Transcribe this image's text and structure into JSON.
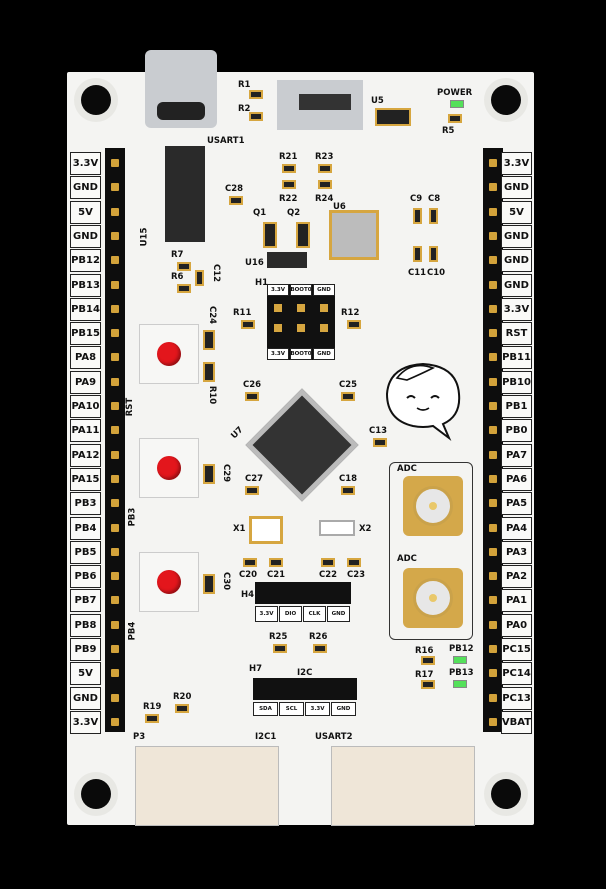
{
  "left_header_labels": [
    "3.3V",
    "GND",
    "5V",
    "GND",
    "PB12",
    "PB13",
    "PB14",
    "PB15",
    "PA8",
    "PA9",
    "PA10",
    "PA11",
    "PA12",
    "PA15",
    "PB3",
    "PB4",
    "PB5",
    "PB6",
    "PB7",
    "PB8",
    "PB9",
    "5V",
    "GND",
    "3.3V"
  ],
  "right_header_labels": [
    "3.3V",
    "GND",
    "5V",
    "GND",
    "GND",
    "GND",
    "3.3V",
    "RST",
    "PB11",
    "PB10",
    "PB1",
    "PB0",
    "PA7",
    "PA6",
    "PA5",
    "PA4",
    "PA3",
    "PA2",
    "PA1",
    "PA0",
    "PC15",
    "PC14",
    "PC13",
    "VBAT"
  ],
  "silkscreen": {
    "usart1": "USART1",
    "u15": "U15",
    "r1": "R1",
    "r2": "R2",
    "u5": "U5",
    "power": "POWER",
    "r5": "R5",
    "r21": "R21",
    "r23": "R23",
    "r22": "R22",
    "r24": "R24",
    "c28": "C28",
    "q1": "Q1",
    "q2": "Q2",
    "u6": "U6",
    "c9": "C9",
    "c8": "C8",
    "u16": "U16",
    "c11": "C11",
    "c10": "C10",
    "r7": "R7",
    "r6": "R6",
    "c12": "C12",
    "h1": "H1",
    "r11": "R11",
    "r12": "R12",
    "c24": "C24",
    "r10": "R10",
    "rst": "RST",
    "c26": "C26",
    "c25": "C25",
    "u7": "U7",
    "c13": "C13",
    "adc1": "ADC",
    "adc2": "ADC",
    "c29": "C29",
    "c27": "C27",
    "c18": "C18",
    "x1": "X1",
    "x2": "X2",
    "pb3": "PB3",
    "c20": "C20",
    "c21": "C21",
    "c22": "C22",
    "c23": "C23",
    "h4": "H4",
    "c30": "C30",
    "pb4": "PB4",
    "r25": "R25",
    "r26": "R26",
    "r16": "R16",
    "pb12": "PB12",
    "r17": "R17",
    "pb13": "PB13",
    "h7": "H7",
    "i2c": "I2C",
    "r20": "R20",
    "r19": "R19",
    "p3": "P3",
    "i2c1": "I2C1",
    "usart2": "USART2"
  },
  "h1_labels": [
    "3.3V",
    "BOOT0",
    "GND",
    "3.3V",
    "BOOT0",
    "GND"
  ],
  "h4_labels": [
    "3.3V",
    "DIO",
    "CLK",
    "GND"
  ],
  "h7_labels": [
    "SDA",
    "SCL",
    "3.3V",
    "GND"
  ],
  "colors": {
    "board": "#f4f4f2",
    "led_green": "#54e05a",
    "button_red": "#e3161c",
    "pad_gold": "#d6a640"
  }
}
